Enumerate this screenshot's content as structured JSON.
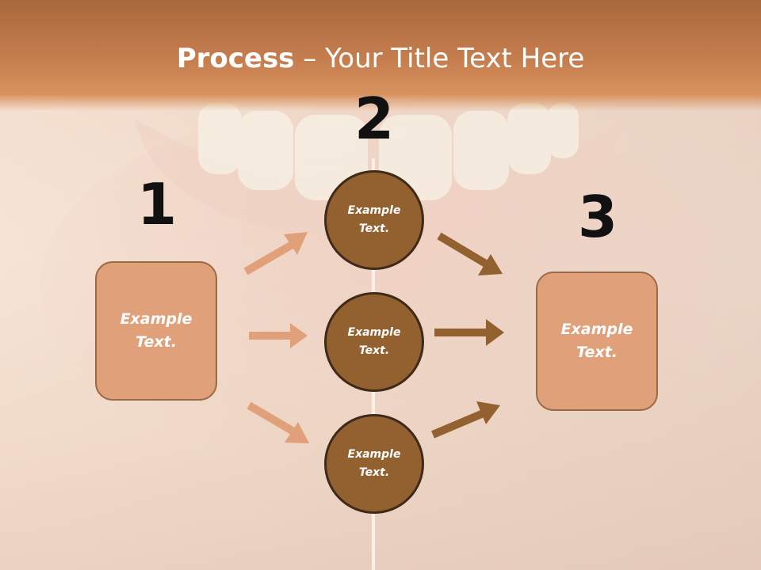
{
  "title": {
    "bold": "Process",
    "rest": " – Your Title Text Here"
  },
  "steps": [
    {
      "number": "1",
      "text": "Example Text."
    },
    {
      "number": "2",
      "items": [
        "Example Text.",
        "Example Text.",
        "Example Text."
      ]
    },
    {
      "number": "3",
      "text": "Example Text."
    }
  ],
  "colors": {
    "title_bar": "#c67e4e",
    "box_fill": "#dfa07a",
    "circle_fill": "#93602f",
    "arrow_light": "#dfa07a",
    "arrow_dark": "#93602f"
  }
}
